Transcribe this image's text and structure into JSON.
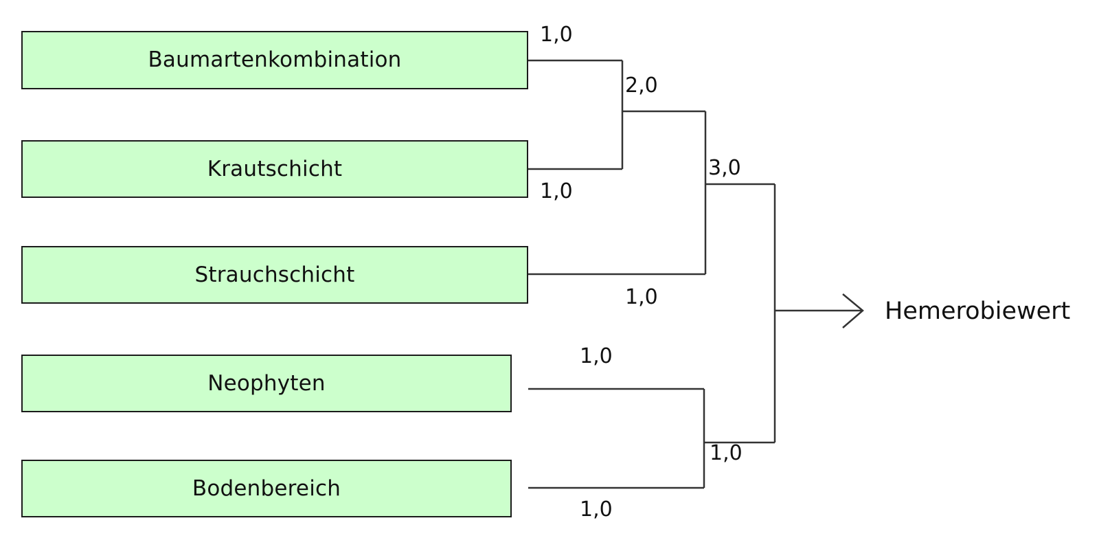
{
  "diagram": {
    "type": "weighted-aggregation-tree",
    "background_color": "#ffffff",
    "box_fill_color": "#ccffcc",
    "box_border_color": "#1a1a1a",
    "line_color": "#333333",
    "text_color": "#111111",
    "criteria": [
      {
        "label": "Baumartenkombination",
        "weight": "1,0"
      },
      {
        "label": "Krautschicht",
        "weight": "1,0"
      },
      {
        "label": "Strauchschicht",
        "weight": "1,0"
      },
      {
        "label": "Neophyten",
        "weight": "1,0"
      },
      {
        "label": "Bodenbereich",
        "weight": "1,0"
      }
    ],
    "intermediate_weights": [
      {
        "name": "baum-kraut-sum",
        "value": "2,0"
      },
      {
        "name": "vegetation-sum",
        "value": "3,0"
      },
      {
        "name": "neophyten-boden-sum",
        "value": "1,0"
      }
    ],
    "result": {
      "label": "Hemerobiewert"
    }
  }
}
